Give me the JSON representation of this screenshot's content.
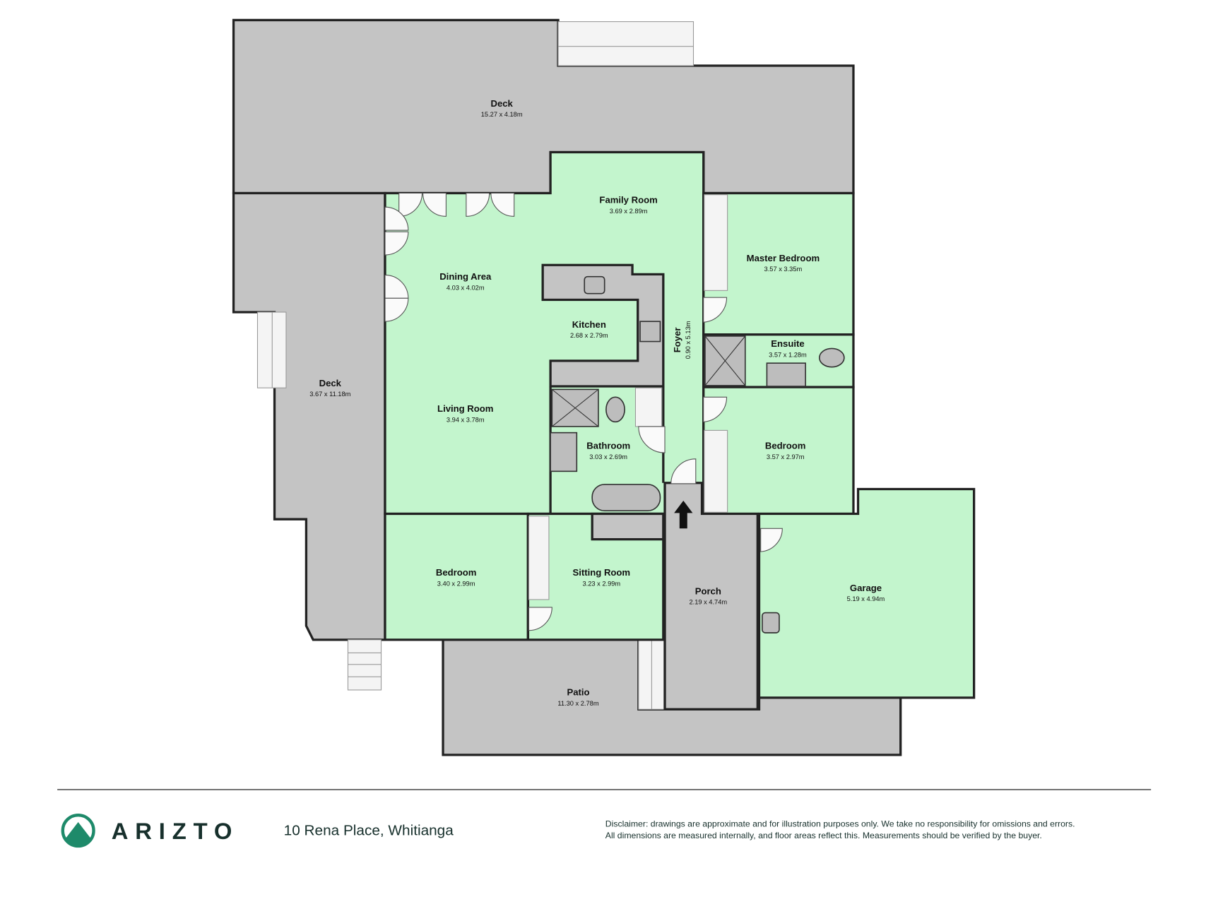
{
  "rooms": {
    "deck_top": {
      "name": "Deck",
      "dims": "15.27 x 4.18m"
    },
    "deck_left": {
      "name": "Deck",
      "dims": "3.67 x 11.18m"
    },
    "family_room": {
      "name": "Family Room",
      "dims": "3.69 x 2.89m"
    },
    "dining_area": {
      "name": "Dining Area",
      "dims": "4.03 x 4.02m"
    },
    "kitchen": {
      "name": "Kitchen",
      "dims": "2.68 x 2.79m"
    },
    "living_room": {
      "name": "Living Room",
      "dims": "3.94 x 3.78m"
    },
    "bathroom": {
      "name": "Bathroom",
      "dims": "3.03 x 2.69m"
    },
    "foyer": {
      "name": "Foyer",
      "dims": "0.90 x 5.13m"
    },
    "master_bedroom": {
      "name": "Master Bedroom",
      "dims": "3.57 x 3.35m"
    },
    "ensuite": {
      "name": "Ensuite",
      "dims": "3.57 x 1.28m"
    },
    "bedroom_right": {
      "name": "Bedroom",
      "dims": "3.57 x 2.97m"
    },
    "bedroom_left": {
      "name": "Bedroom",
      "dims": "3.40 x 2.99m"
    },
    "sitting_room": {
      "name": "Sitting Room",
      "dims": "3.23 x 2.99m"
    },
    "porch": {
      "name": "Porch",
      "dims": "2.19 x 4.74m"
    },
    "garage": {
      "name": "Garage",
      "dims": "5.19 x 4.94m"
    },
    "patio": {
      "name": "Patio",
      "dims": "11.30 x 2.78m"
    }
  },
  "footer": {
    "brand": "ARIZTO",
    "address": "10 Rena Place, Whitianga",
    "disclaimer_line1": "Disclaimer: drawings are approximate and for illustration purposes only. We take no responsibility for omissions and errors.",
    "disclaimer_line2": "All dimensions are measured internally, and floor areas reflect this. Measurements should be verified by the buyer."
  },
  "colors": {
    "room": "#c3f5cd",
    "outdoor": "#c4c4c4",
    "wall": "#222222",
    "brand": "#1e8a6a"
  }
}
